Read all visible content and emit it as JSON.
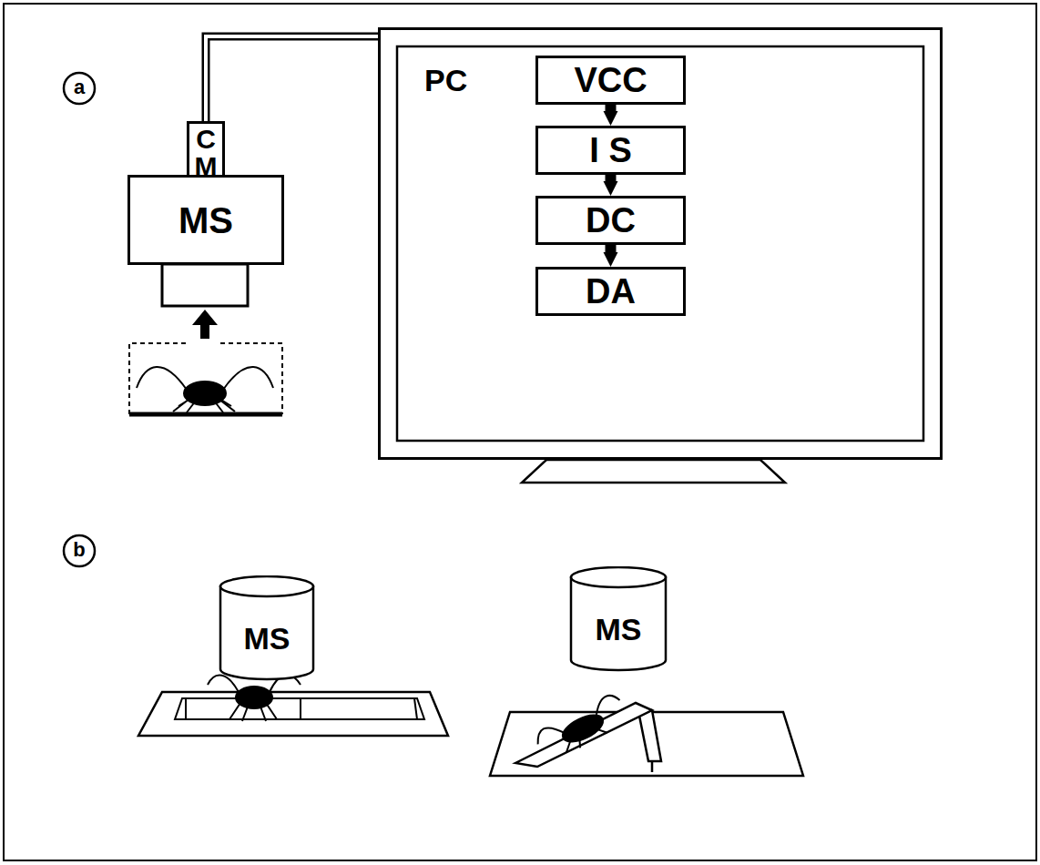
{
  "diagram": {
    "nodes": [
      {
        "text": [
          "C M"
        ]
      },
      {
        "text": [
          "MS"
        ]
      },
      {
        "text": [
          "PC"
        ]
      },
      {
        "text": [
          "VCC"
        ],
        "in": 2
      },
      {
        "text": [
          "I S"
        ],
        "in": 2
      },
      {
        "text": [
          "DC"
        ],
        "in": 2
      },
      {
        "text": [
          "DA"
        ],
        "in": 2
      },
      {
        "text": [
          "MS"
        ]
      },
      {
        "text": [
          "MS"
        ]
      }
    ],
    "edges": [
      {
        "from": 0,
        "to": 2,
        "arrow": "none"
      },
      {
        "from": 3,
        "to": 4,
        "arrow": "to"
      },
      {
        "from": 4,
        "to": 5,
        "arrow": "to"
      },
      {
        "from": 5,
        "to": 6,
        "arrow": "to"
      }
    ],
    "labels": [
      "a",
      "b"
    ]
  }
}
